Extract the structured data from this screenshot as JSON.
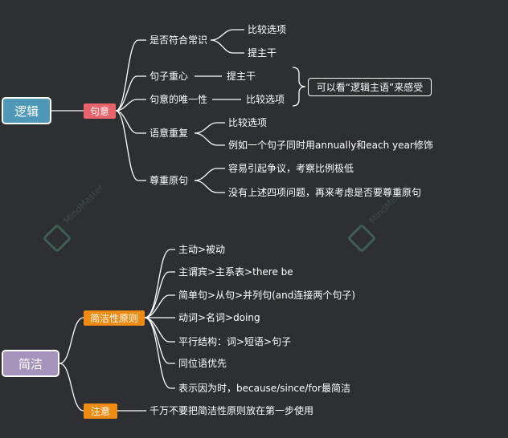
{
  "watermark": "MindMaster",
  "logic": {
    "root": "逻辑",
    "branch": "句意",
    "items": [
      {
        "label": "是否符合常识",
        "children": [
          "比较选项",
          "提主干"
        ]
      },
      {
        "label": "句子重心",
        "children": [
          "提主干"
        ]
      },
      {
        "label": "句意的唯一性",
        "children": [
          "比较选项"
        ]
      },
      {
        "label": "语意重复",
        "children": [
          "比较选项",
          "例如一个句子同时用annually和each year修饰"
        ]
      },
      {
        "label": "尊重原句",
        "children": [
          "容易引起争议，考察比例极低",
          "没有上述四项问题，再来考虑是否要尊重原句"
        ]
      }
    ],
    "note": "可以看“逻辑主语”来感受"
  },
  "concise": {
    "root": "简洁",
    "branch1": "简洁性原则",
    "branch1_items": [
      "主动>被动",
      "主谓宾>主系表>there be",
      "简单句>从句>并列句(and连接两个句子)",
      "动词>名词>doing",
      "平行结构：词>短语>句子",
      "同位语优先",
      "表示因为时，because/since/for最简洁"
    ],
    "branch2": "注意",
    "branch2_item": "千万不要把简洁性原则放在第一步使用"
  },
  "colors": {
    "background": "#2d2f32",
    "line": "#ffffff",
    "root_logic": "#4f98b7",
    "root_concise": "#a593bc",
    "tag_red": "#e8646a",
    "tag_orange": "#ef8b12"
  }
}
